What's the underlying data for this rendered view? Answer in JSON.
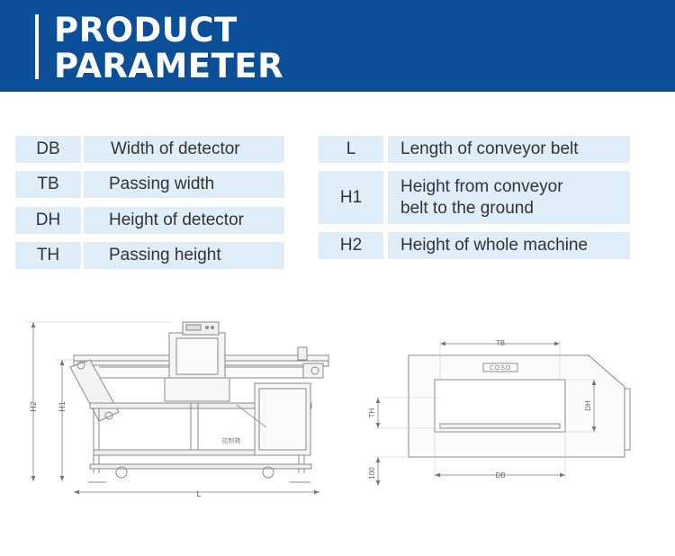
{
  "banner": {
    "title_line1": "PRODUCT",
    "title_line2": "PARAMETER",
    "color": "#0a4f97"
  },
  "params_left": [
    {
      "code": "DB",
      "desc": "Width of detector"
    },
    {
      "code": "TB",
      "desc": "Passing width"
    },
    {
      "code": "DH",
      "desc": "Height of detector"
    },
    {
      "code": "TH",
      "desc": "Passing height"
    }
  ],
  "params_right": [
    {
      "code": "L",
      "desc_line1": "Length of conveyor belt",
      "desc_line2": ""
    },
    {
      "code": "H1",
      "desc_line1": "Height from conveyor",
      "desc_line2": "belt to the ground"
    },
    {
      "code": "H2",
      "desc_line1": "Height of whole machine",
      "desc_line2": ""
    }
  ],
  "diagram": {
    "side_view": {
      "h2": "H2",
      "h1": "H1",
      "l": "L",
      "panel_label": "控制箱"
    },
    "front_view": {
      "tb": "TB",
      "db": "DB",
      "th": "TH",
      "dh": "DH",
      "base": "100",
      "logo": "COSO"
    }
  },
  "cell_color": "#deedf8"
}
